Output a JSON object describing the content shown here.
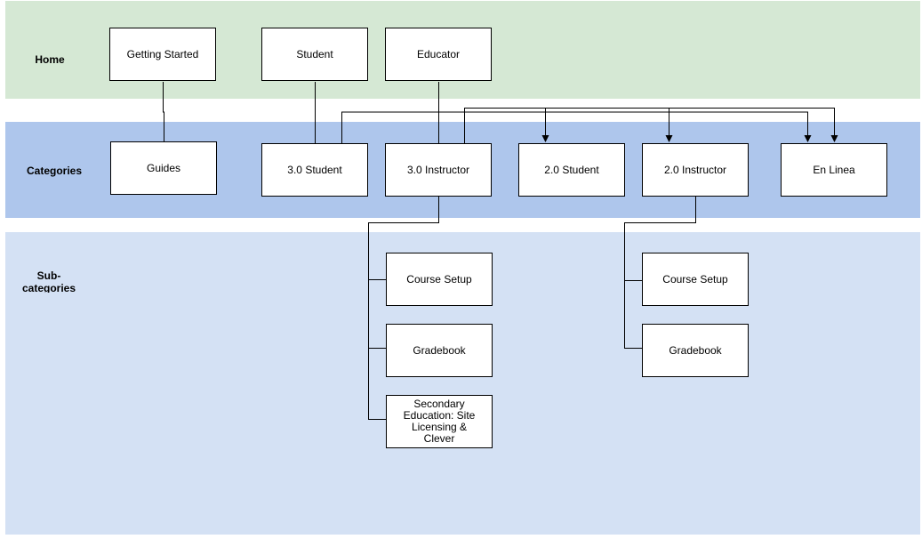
{
  "colors": {
    "home_lane": "#d5e8d4",
    "categories_lane": "#aec6ec",
    "subcategories_lane": "#d4e1f4",
    "connector": "#000000"
  },
  "lanes": {
    "home": "Home",
    "categories": "Categories",
    "subcategories": "Sub-\ncategories"
  },
  "nodes": {
    "getting_started": "Getting Started",
    "student": "Student",
    "educator": "Educator",
    "guides": "Guides",
    "student_3": "3.0 Student",
    "instructor_3": "3.0 Instructor",
    "student_2": "2.0 Student",
    "instructor_2": "2.0 Instructor",
    "en_linea": "En Linea",
    "course_setup_3": "Course Setup",
    "gradebook_3": "Gradebook",
    "secondary_education": "Secondary Education: Site Licensing & Clever",
    "course_setup_2": "Course Setup",
    "gradebook_2": "Gradebook"
  }
}
